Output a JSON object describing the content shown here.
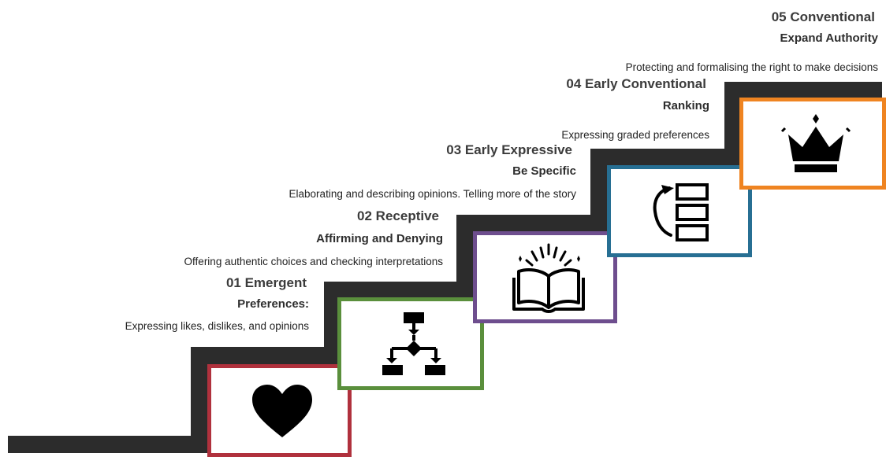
{
  "colors": {
    "stair": "#2c2c2c",
    "stage1": "#b0313d",
    "stage2": "#5a8f3c",
    "stage3": "#6e4e8e",
    "stage4": "#276f93",
    "stage5": "#ef8421"
  },
  "stages": [
    {
      "title": "01 Emergent",
      "subtitle": "Preferences:",
      "description": "Expressing likes, dislikes, and opinions",
      "icon": "heart-icon"
    },
    {
      "title": "02 Receptive",
      "subtitle": "Affirming and Denying",
      "description": "Offering authentic choices and checking interpretations",
      "icon": "flowchart-icon"
    },
    {
      "title": "03 Early Expressive",
      "subtitle": "Be Specific",
      "description": "Elaborating and describing opinions. Telling more of the story",
      "icon": "open-book-icon"
    },
    {
      "title": "04 Early Conventional",
      "subtitle": "Ranking",
      "description": "Expressing graded preferences",
      "icon": "ranking-list-icon"
    },
    {
      "title": "05 Conventional",
      "subtitle": "Expand Authority",
      "description": "Protecting and formalising the right to make decisions",
      "icon": "crown-icon"
    }
  ]
}
